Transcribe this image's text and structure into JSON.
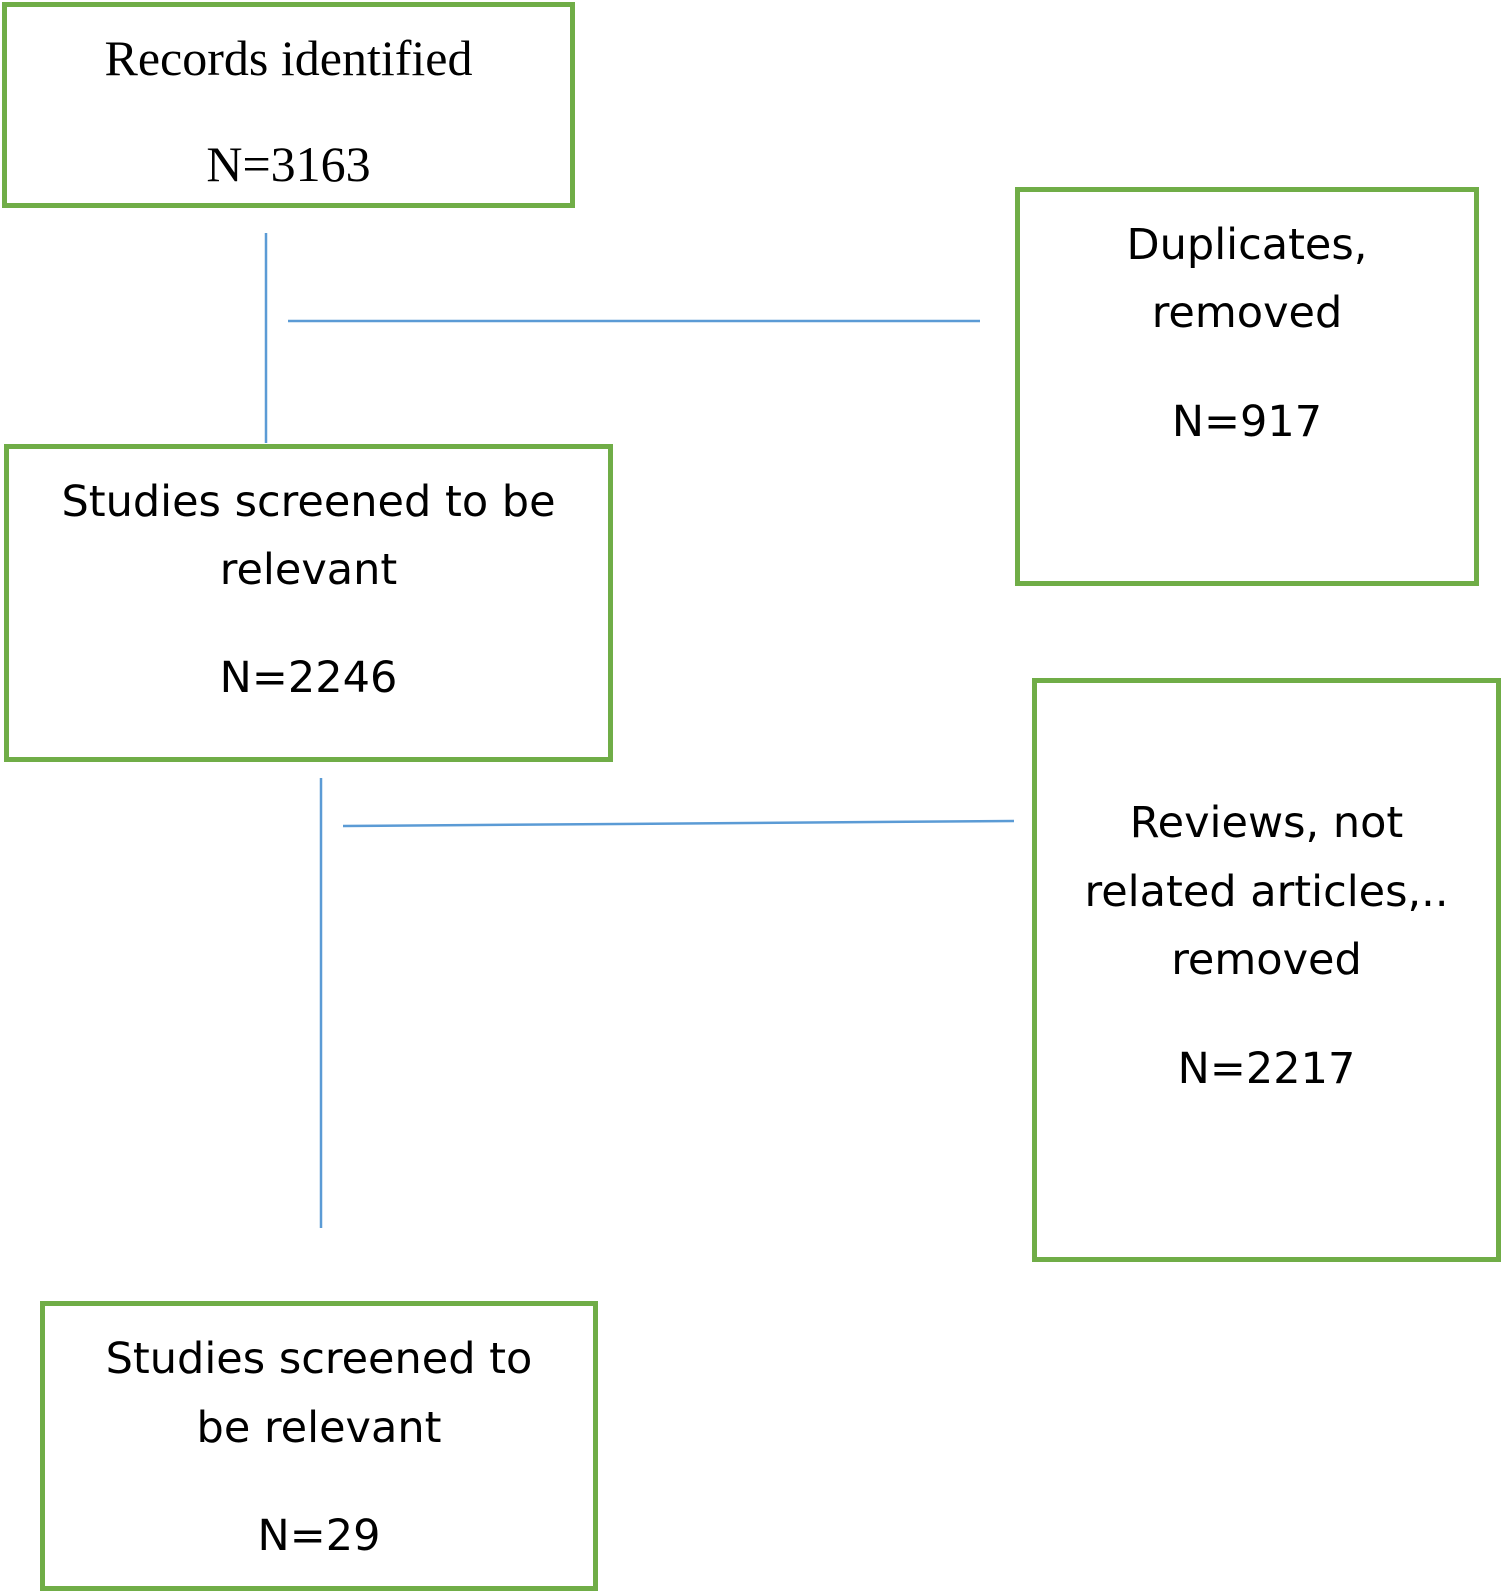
{
  "diagram": {
    "boxes": {
      "records_identified": {
        "label": "Records identified",
        "count": "N=3163"
      },
      "duplicates_removed": {
        "label_line1": "Duplicates,",
        "label_line2": "removed",
        "count": "N=917"
      },
      "studies_screened_1": {
        "label_line1": "Studies screened to be",
        "label_line2": "relevant",
        "count": "N=2246"
      },
      "reviews_removed": {
        "label_line1": "Reviews, not",
        "label_line2": "related articles,..",
        "label_line3": "removed",
        "count": "N=2217"
      },
      "studies_screened_2": {
        "label_line1": "Studies screened to",
        "label_line2": "be relevant",
        "count": "N=29"
      }
    },
    "colors": {
      "box_border": "#70ad47",
      "connector": "#5b9bd5"
    }
  }
}
